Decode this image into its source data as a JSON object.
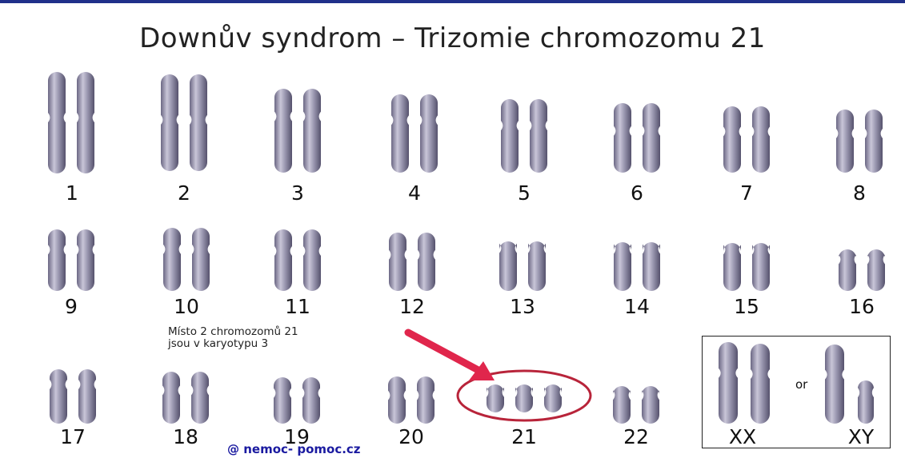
{
  "title": "Downův syndrom – Trizomie chromozomu 21",
  "note": {
    "line1": "Místo 2 chromozomů 21",
    "line2": "jsou v karyotypu 3"
  },
  "credit": "@ nemoc- pomoc.cz",
  "sex_box": {
    "connector": "or",
    "label_xx": "XX",
    "label_xy": "XY"
  },
  "colors": {
    "chromosome": "#8e8aa6",
    "highlight_circle": "#b8243a",
    "arrow": "#e0264c",
    "credit_text": "#1a1aa0",
    "top_rule": "#20308a"
  },
  "chromosome_pairs": [
    {
      "label": "1",
      "count": 2
    },
    {
      "label": "2",
      "count": 2
    },
    {
      "label": "3",
      "count": 2
    },
    {
      "label": "4",
      "count": 2
    },
    {
      "label": "5",
      "count": 2
    },
    {
      "label": "6",
      "count": 2
    },
    {
      "label": "7",
      "count": 2
    },
    {
      "label": "8",
      "count": 2
    },
    {
      "label": "9",
      "count": 2
    },
    {
      "label": "10",
      "count": 2
    },
    {
      "label": "11",
      "count": 2
    },
    {
      "label": "12",
      "count": 2
    },
    {
      "label": "13",
      "count": 2
    },
    {
      "label": "14",
      "count": 2
    },
    {
      "label": "15",
      "count": 2
    },
    {
      "label": "16",
      "count": 2
    },
    {
      "label": "17",
      "count": 2
    },
    {
      "label": "18",
      "count": 2
    },
    {
      "label": "19",
      "count": 2
    },
    {
      "label": "20",
      "count": 2
    },
    {
      "label": "21",
      "count": 3,
      "highlighted": true
    },
    {
      "label": "22",
      "count": 2
    }
  ]
}
